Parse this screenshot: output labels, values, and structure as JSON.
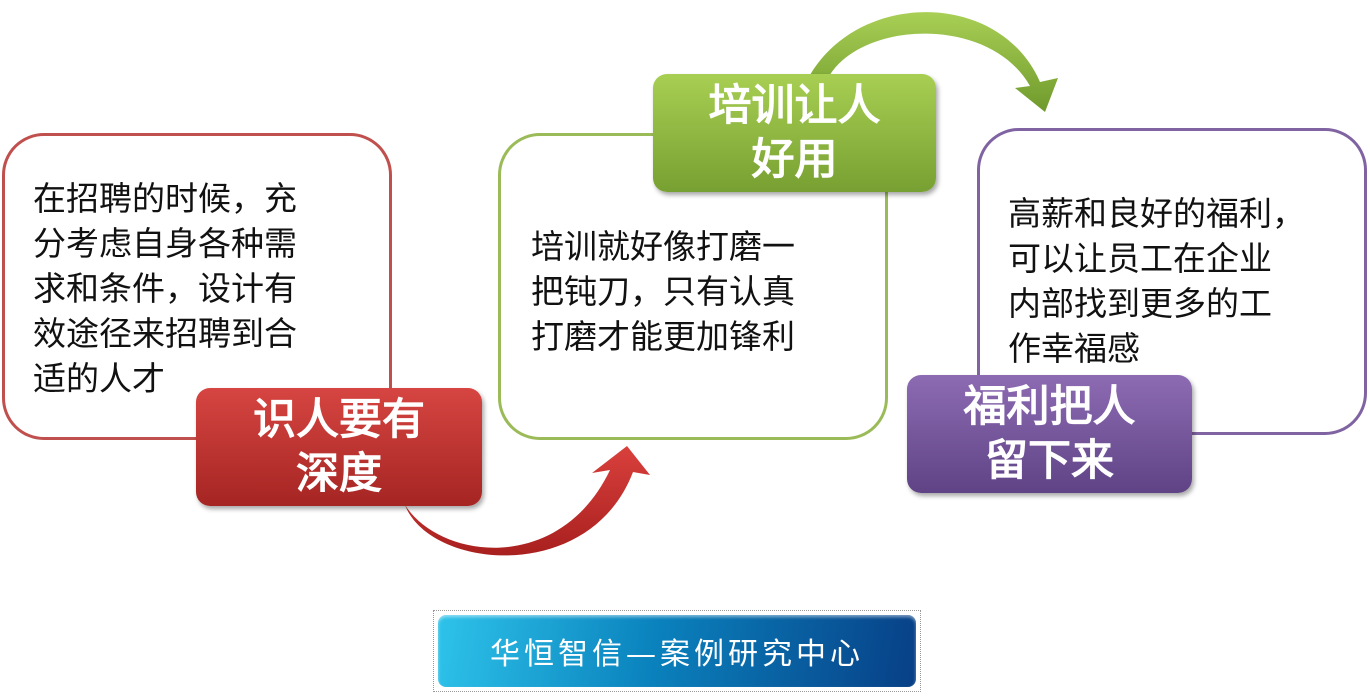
{
  "steps": [
    {
      "label": "识人要有深度",
      "label_lines": [
        "识人要有",
        "深度"
      ],
      "text_lines": [
        "在招聘的时候，充",
        "分考虑自身各种需",
        "求和条件，设计有",
        "效途径来招聘到合",
        "适的人才"
      ],
      "color": "#c0504d"
    },
    {
      "label": "培训让人好用",
      "label_lines": [
        "培训让人",
        "好用"
      ],
      "text_lines": [
        "培训就好像打磨一",
        "把钝刀，只有认真",
        "打磨才能更加锋利"
      ],
      "color": "#9bbb59"
    },
    {
      "label": "福利把人留下来",
      "label_lines": [
        "福利把人",
        "留下来"
      ],
      "text_lines": [
        "高薪和良好的福利，",
        "可以让员工在企业",
        "内部找到更多的工",
        "作幸福感"
      ],
      "color": "#8064a2"
    }
  ],
  "footer": {
    "title": "华恒智信—案例研究中心"
  }
}
